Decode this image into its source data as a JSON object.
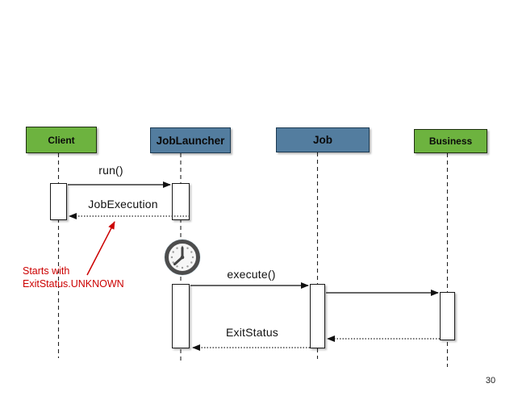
{
  "slide": {
    "page_number": "30",
    "background": "#ffffff"
  },
  "colors": {
    "participant_green": "#6db33f",
    "participant_blue": "#537d9f",
    "annotation_red": "#cc0000",
    "line": "#333333"
  },
  "diagram": {
    "type": "uml-sequence-diagram",
    "participants": [
      {
        "name": "Client",
        "color": "green"
      },
      {
        "name": "JobLauncher",
        "color": "blue"
      },
      {
        "name": "Job",
        "color": "blue"
      },
      {
        "name": "Business",
        "color": "green"
      }
    ],
    "messages": [
      {
        "label": "run()",
        "from": "Client",
        "to": "JobLauncher",
        "style": "solid-call"
      },
      {
        "label": "JobExecution",
        "from": "JobLauncher",
        "to": "Client",
        "style": "dotted-return"
      },
      {
        "label": "execute()",
        "from": "JobLauncher",
        "to": "Job",
        "style": "solid-call"
      },
      {
        "label": "",
        "from": "Job",
        "to": "Business",
        "style": "solid-call"
      },
      {
        "label": "",
        "from": "Business",
        "to": "Job",
        "style": "dotted-return"
      },
      {
        "label": "ExitStatus",
        "from": "Job",
        "to": "JobLauncher",
        "style": "dotted-return"
      }
    ],
    "annotation": {
      "line1": "Starts with",
      "line2": "ExitStatus.UNKNOWN",
      "points_to": "JobExecution return message"
    },
    "icons": {
      "timer": "clock-icon"
    }
  }
}
